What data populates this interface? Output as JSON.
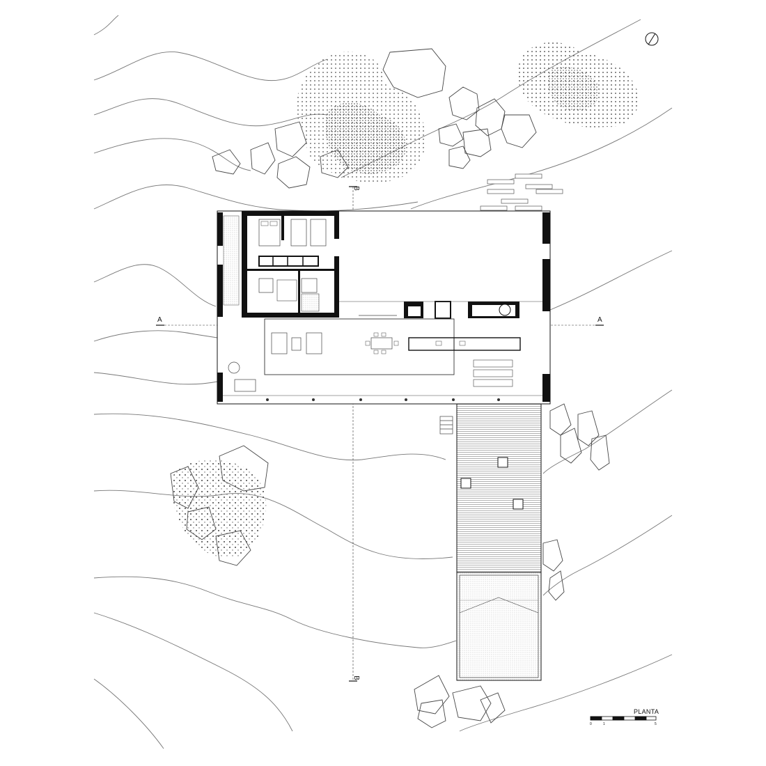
{
  "drawing": {
    "title": "PLANTA",
    "section_a_left": "A",
    "section_a_right": "A",
    "section_b_top": "B",
    "section_b_bottom": "B",
    "scale_ticks": [
      "0",
      "1",
      "5"
    ]
  },
  "icons": {
    "north": "north-arrow-icon"
  },
  "colors": {
    "ink": "#111111",
    "contour": "#777777",
    "background": "#ffffff"
  }
}
